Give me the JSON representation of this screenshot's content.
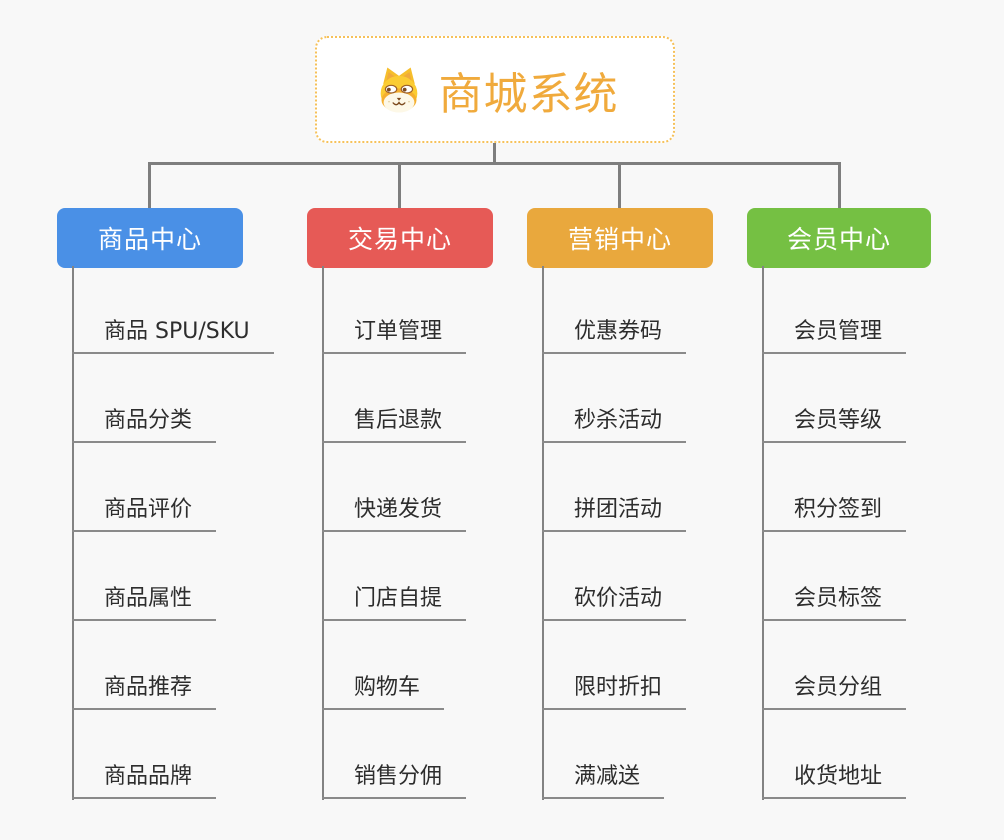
{
  "root": {
    "title": "商城系统",
    "icon": "doge-icon",
    "title_color": "#f0aa3c",
    "border_color": "#f6c159"
  },
  "branches": [
    {
      "label": "商品中心",
      "color": "#4a90e6",
      "items": [
        "商品 SPU/SKU",
        "商品分类",
        "商品评价",
        "商品属性",
        "商品推荐",
        "商品品牌"
      ]
    },
    {
      "label": "交易中心",
      "color": "#e65a56",
      "items": [
        "订单管理",
        "售后退款",
        "快递发货",
        "门店自提",
        "购物车",
        "销售分佣"
      ]
    },
    {
      "label": "营销中心",
      "color": "#e9a83d",
      "items": [
        "优惠券码",
        "秒杀活动",
        "拼团活动",
        "砍价活动",
        "限时折扣",
        "满减送"
      ]
    },
    {
      "label": "会员中心",
      "color": "#75c043",
      "items": [
        "会员管理",
        "会员等级",
        "积分签到",
        "会员标签",
        "会员分组",
        "收货地址"
      ]
    }
  ],
  "connector_color": "#7e7e7e"
}
